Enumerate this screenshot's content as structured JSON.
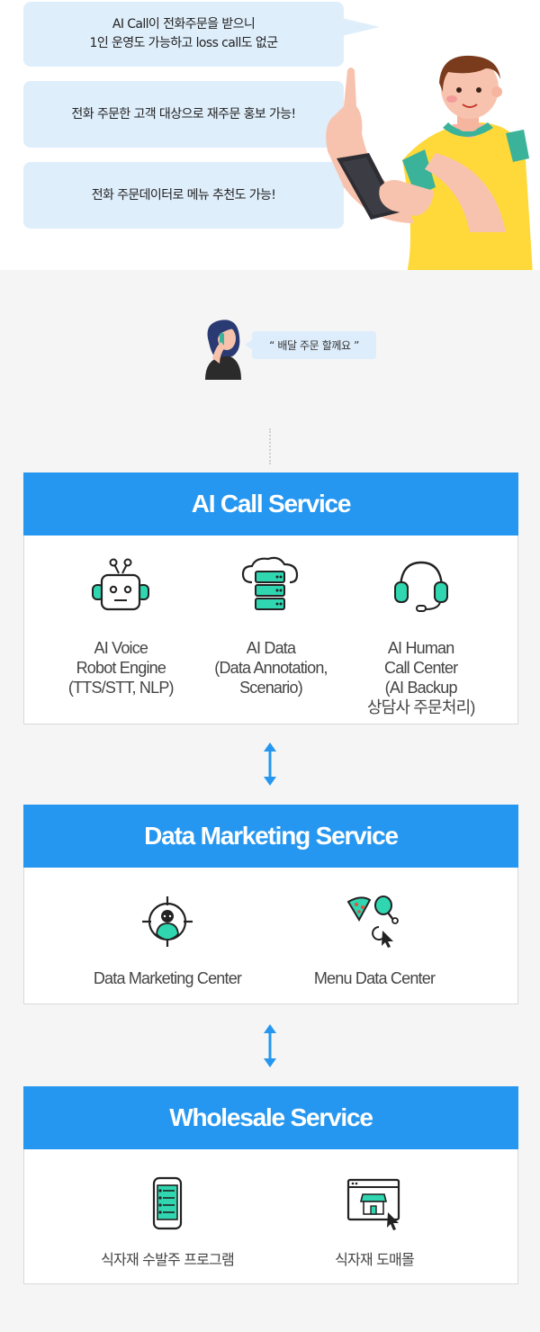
{
  "bubbles": [
    "AI Call이 전화주문을 받으니\n1인 운영도 가능하고 loss call도 없군",
    "전화 주문한 고객 대상으로 재주문 홍보 가능!",
    "전화 주문데이터로 메뉴 추천도 가능!"
  ],
  "caller_speech": "“ 배달 주문 할께요 ”",
  "services": [
    {
      "title": "AI Call Service",
      "items": [
        {
          "label": "AI Voice\nRobot Engine\n(TTS/STT, NLP)",
          "icon": "robot-icon"
        },
        {
          "label": "AI Data\n(Data Annotation,\nScenario)",
          "icon": "cloud-server-icon"
        },
        {
          "label": "AI Human\nCall Center\n(AI Backup\n상담사 주문처리)",
          "icon": "headset-icon"
        }
      ]
    },
    {
      "title": "Data Marketing Service",
      "items": [
        {
          "label": "Data Marketing Center",
          "icon": "target-user-icon"
        },
        {
          "label": "Menu Data Center",
          "icon": "food-click-icon"
        }
      ]
    },
    {
      "title": "Wholesale Service",
      "items": [
        {
          "label": "식자재 수발주 프로그램",
          "icon": "phone-list-icon"
        },
        {
          "label": "식자재 도매몰",
          "icon": "store-window-icon"
        }
      ]
    }
  ],
  "colors": {
    "accent": "#2697f0",
    "mint": "#2fd6b0",
    "bubble": "#dfeefb",
    "background": "#f5f5f5"
  }
}
